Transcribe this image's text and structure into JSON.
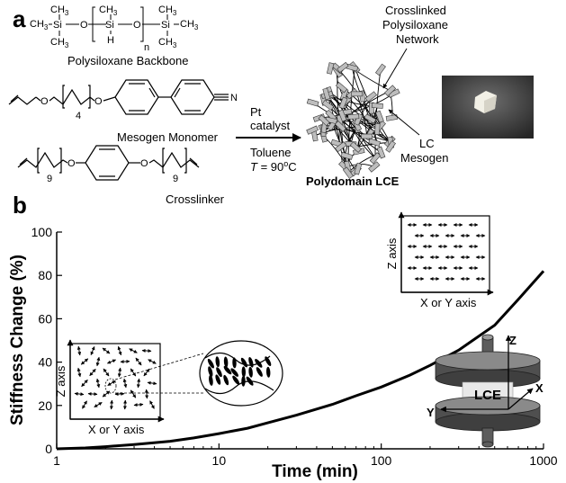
{
  "panel_a": {
    "label": "a",
    "backbone": {
      "groups": {
        "left_ch3_top": "CH",
        "left_ch3_top_sub": "3",
        "left_si": "Si",
        "left_ch3_bottom": "CH",
        "left_ch3_bottom_sub": "3",
        "o1": "O",
        "mid_ch3": "CH",
        "mid_ch3_sub": "3",
        "mid_si": "Si",
        "mid_h": "H",
        "o2": "O",
        "right_ch3_top": "CH",
        "right_ch3_top_sub": "3",
        "right_si": "Si",
        "right_ch3_bottom": "CH",
        "right_ch3_bottom_sub": "3",
        "left_ch3_side": "CH",
        "left_ch3_side_sub": "3",
        "right_ch3_side": "CH",
        "right_ch3_side_sub": "3",
        "n": "n"
      },
      "label": "Polysiloxane Backbone"
    },
    "mesogen": {
      "label": "Mesogen Monomer",
      "o_left": "O",
      "o_right": "O",
      "sub": "4",
      "cn": "N"
    },
    "crosslinker": {
      "label": "Crosslinker",
      "o_left": "O",
      "o_right": "O",
      "sub_left": "9",
      "sub_right": "9"
    },
    "reaction": {
      "above_line1": "Pt",
      "above_line2": "catalyst",
      "below_line1": "Toluene",
      "below_var": "T",
      "below_eq": " = 90",
      "below_sup": "o",
      "below_unit": "C"
    },
    "network": {
      "label_line1": "Crosslinked",
      "label_line2": "Polysiloxane",
      "label_line3": "Network",
      "mesogen_line1": "LC",
      "mesogen_line2": "Mesogen",
      "product": "Polydomain LCE"
    }
  },
  "panel_b": {
    "label": "b",
    "inset_top": {
      "ylabel": "Z axis",
      "xlabel": "X or Y axis"
    },
    "inset_left": {
      "ylabel": "Z axis",
      "xlabel": "X or Y axis"
    },
    "cylinder": {
      "z": "Z",
      "x": "X",
      "y": "Y",
      "sample": "LCE"
    }
  },
  "chart_data": {
    "type": "line",
    "xlabel": "Time (min)",
    "ylabel": "Stiffness Change (%)",
    "xscale": "log",
    "xlim": [
      1,
      1000
    ],
    "ylim": [
      0,
      100
    ],
    "xticks": [
      1,
      10,
      100,
      1000
    ],
    "xtick_labels": [
      "1",
      "10",
      "100",
      "1000"
    ],
    "yticks": [
      0,
      20,
      40,
      60,
      80,
      100
    ],
    "ytick_labels": [
      "0",
      "20",
      "40",
      "60",
      "80",
      "100"
    ],
    "grid": false,
    "series": [
      {
        "color": "#000000",
        "x": [
          1,
          1.5,
          2,
          3,
          5,
          7,
          10,
          15,
          20,
          30,
          50,
          70,
          100,
          150,
          200,
          300,
          500,
          700,
          1000
        ],
        "y": [
          0,
          0.4,
          1,
          2,
          3.5,
          5,
          7,
          9.5,
          12,
          15.5,
          20.5,
          24.5,
          28.5,
          34,
          38.5,
          45.5,
          57,
          69,
          82
        ]
      }
    ]
  }
}
